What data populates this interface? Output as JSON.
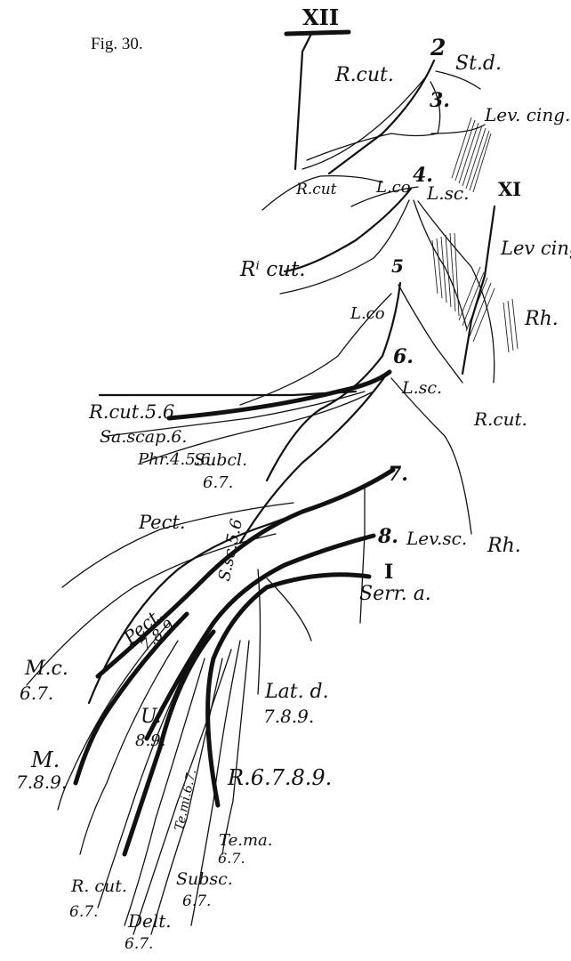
{
  "figure": {
    "title": "Fig. 30.",
    "labels": {
      "xii": "XII",
      "n2": "2",
      "st_d": "St.d.",
      "r_cut_top": "R.cut.",
      "n3": "3.",
      "lev_cing_top": "Lev. cing.",
      "r_cut_2": "R.cut",
      "l_co_4": "L.co",
      "n4": "4.",
      "l_sc_top": "L.sc.",
      "xi": "XI",
      "lev_cing_right": "Lev cing.",
      "ri_cut": "Rⁱ cut.",
      "n5": "5",
      "l_co_5": "L.co",
      "rh_right": "Rh.",
      "n6": "6.",
      "l_sc_6": "L.sc.",
      "r_cut_right": "R.cut.",
      "r_cut_56": "R.cut.5.6",
      "sa_scap": "Sa.scap.6.",
      "phr": "Phr.4.5.6.",
      "subcl": "Subcl.",
      "subcl_num": "6.7.",
      "n7": "7.",
      "pect_top": "Pect.",
      "n8": "8.",
      "lev_sc": "Lev.sc.",
      "rh_mid": "Rh.",
      "ni": "I",
      "serr_a": "Serr. a.",
      "sic": "S.sc.5.6",
      "mc": "M.c.",
      "mc_num": "6.7.",
      "pect_789": "Pect.",
      "pect_789_num": "7.8.9.",
      "lat_d": "Lat. d.",
      "lat_d_num": "7.8.9.",
      "u": "U.",
      "u_num": "8.9.",
      "m": "M.",
      "m_num": "7.8.9.",
      "r_6789": "R.6.7.8.9.",
      "te_mi": "Te.mi.6.7.",
      "te_ma": "Te.ma.",
      "te_ma_num": "6.7.",
      "r_cut_bottom": "R. cut.",
      "r_cut_bottom_num": "6.7.",
      "subsc": "Subsc.",
      "subsc_num": "6.7.",
      "delt": "Delt.",
      "delt_num": "6.7."
    }
  }
}
